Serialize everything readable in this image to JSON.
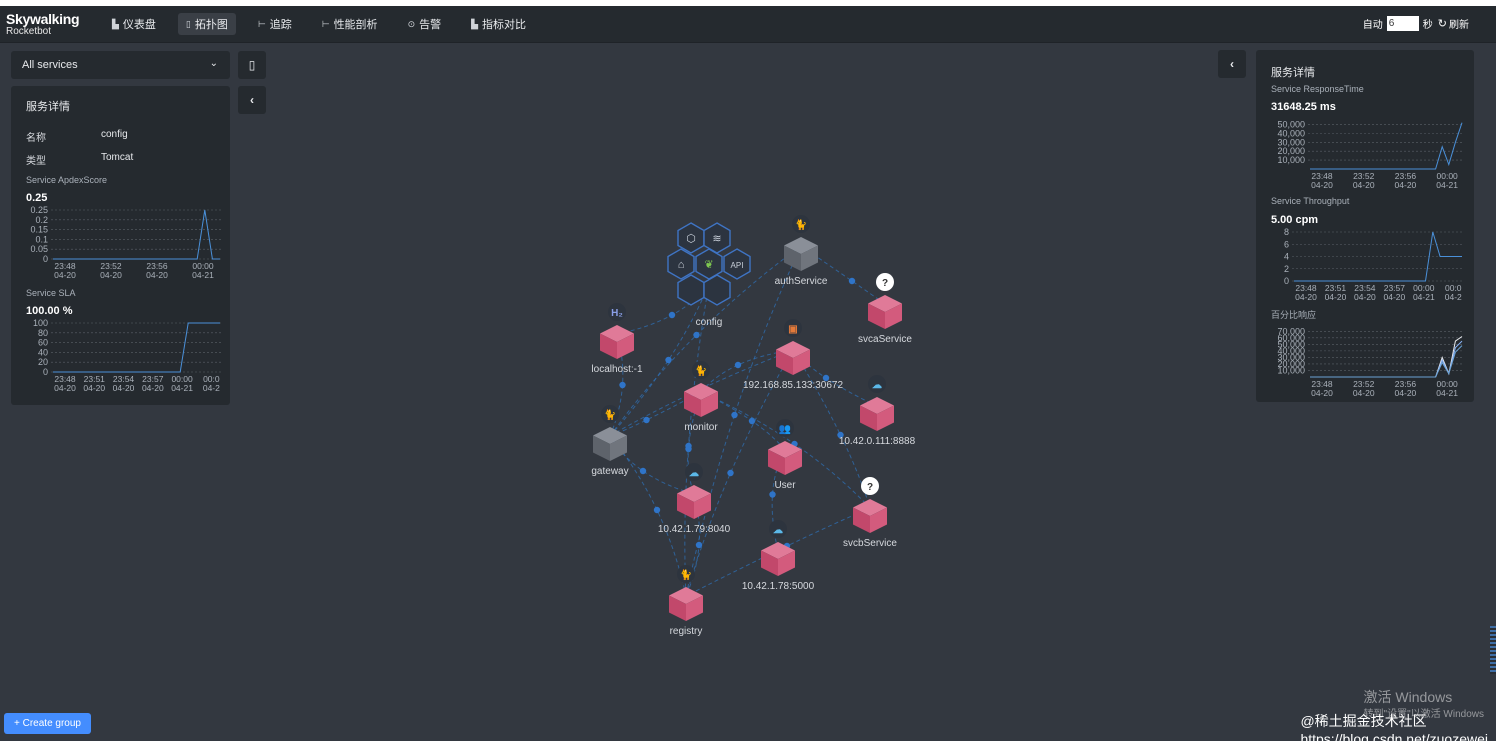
{
  "app": {
    "logo_main": "Skywalking",
    "logo_sub": "Rocketbot"
  },
  "nav": [
    {
      "label": "仪表盘",
      "icon": "dashboard-icon",
      "active": false
    },
    {
      "label": "拓扑图",
      "icon": "topology-icon",
      "active": true
    },
    {
      "label": "追踪",
      "icon": "trace-icon",
      "active": false
    },
    {
      "label": "性能剖析",
      "icon": "profile-icon",
      "active": false
    },
    {
      "label": "告警",
      "icon": "alarm-icon",
      "active": false
    },
    {
      "label": "指标对比",
      "icon": "comparison-icon",
      "active": false
    }
  ],
  "toolbar": {
    "auto_label": "自动",
    "interval_value": "6",
    "seconds_label": "秒",
    "refresh_label": "刷新"
  },
  "service_select": {
    "value": "All services"
  },
  "left_panel": {
    "title": "服务详情",
    "name_key": "名称",
    "name_value": "config",
    "type_key": "类型",
    "type_value": "Tomcat",
    "apdex": {
      "title": "Service ApdexScore",
      "value": "0.25",
      "y_ticks": [
        "0.25",
        "0.2",
        "0.15",
        "0.1",
        "0.05",
        "0"
      ],
      "x_ticks": [
        [
          "23:48",
          "04-20"
        ],
        [
          "23:52",
          "04-20"
        ],
        [
          "23:56",
          "04-20"
        ],
        [
          "00:00",
          "04-21"
        ]
      ],
      "series": [
        0,
        0,
        0,
        0,
        0,
        0,
        0,
        0,
        0,
        0,
        0,
        0,
        0,
        0,
        0,
        0,
        0,
        0,
        0,
        0,
        0.25,
        0,
        0
      ]
    },
    "sla": {
      "title": "Service SLA",
      "value": "100.00 %",
      "y_ticks": [
        "100",
        "80",
        "60",
        "40",
        "20",
        "0"
      ],
      "x_ticks": [
        [
          "23:48",
          "04-20"
        ],
        [
          "23:51",
          "04-20"
        ],
        [
          "23:54",
          "04-20"
        ],
        [
          "23:57",
          "04-20"
        ],
        [
          "00:00",
          "04-21"
        ],
        [
          "00:0",
          "04-2"
        ]
      ],
      "series": [
        0,
        0,
        0,
        0,
        0,
        0,
        0,
        0,
        0,
        0,
        0,
        0,
        0,
        0,
        0,
        0,
        0,
        100,
        100,
        100,
        100,
        100
      ]
    }
  },
  "right_panel": {
    "title": "服务详情",
    "response_time": {
      "title": "Service ResponseTime",
      "value": "31648.25 ms",
      "y_ticks": [
        "50,000",
        "40,000",
        "30,000",
        "20,000",
        "10,000"
      ],
      "x_ticks": [
        [
          "23:48",
          "04-20"
        ],
        [
          "23:52",
          "04-20"
        ],
        [
          "23:56",
          "04-20"
        ],
        [
          "00:00",
          "04-21"
        ]
      ],
      "series": [
        0,
        0,
        0,
        0,
        0,
        0,
        0,
        0,
        0,
        0,
        0,
        0,
        0,
        0,
        0,
        0,
        0,
        0,
        0,
        0,
        25000,
        5000,
        30000,
        52000
      ]
    },
    "throughput": {
      "title": "Service Throughput",
      "value": "5.00 cpm",
      "y_ticks": [
        "8",
        "6",
        "4",
        "2",
        "0"
      ],
      "x_ticks": [
        [
          "23:48",
          "04-20"
        ],
        [
          "23:51",
          "04-20"
        ],
        [
          "23:54",
          "04-20"
        ],
        [
          "23:57",
          "04-20"
        ],
        [
          "00:00",
          "04-21"
        ],
        [
          "00:0",
          "04-2"
        ]
      ],
      "series": [
        0,
        0,
        0,
        0,
        0,
        0,
        0,
        0,
        0,
        0,
        0,
        0,
        0,
        0,
        0,
        0,
        0,
        0,
        0,
        8,
        4,
        4,
        4,
        4
      ]
    },
    "percentile": {
      "title": "百分比响应",
      "y_ticks": [
        "70,000",
        "60,000",
        "50,000",
        "40,000",
        "30,000",
        "20,000",
        "10,000"
      ],
      "x_ticks": [
        [
          "23:48",
          "04-20"
        ],
        [
          "23:52",
          "04-20"
        ],
        [
          "23:56",
          "04-20"
        ],
        [
          "00:00",
          "04-21"
        ]
      ],
      "series": [
        [
          0,
          0,
          0,
          0,
          0,
          0,
          0,
          0,
          0,
          0,
          0,
          0,
          0,
          0,
          0,
          0,
          0,
          0,
          0,
          0,
          30000,
          5000,
          55000,
          62000
        ],
        [
          0,
          0,
          0,
          0,
          0,
          0,
          0,
          0,
          0,
          0,
          0,
          0,
          0,
          0,
          0,
          0,
          0,
          0,
          0,
          0,
          26000,
          5000,
          45000,
          55000
        ],
        [
          0,
          0,
          0,
          0,
          0,
          0,
          0,
          0,
          0,
          0,
          0,
          0,
          0,
          0,
          0,
          0,
          0,
          0,
          0,
          0,
          22000,
          5000,
          38000,
          48000
        ]
      ],
      "colors": [
        "#e8eaed",
        "#8ab4f8",
        "#6ba3d6"
      ]
    }
  },
  "topology": {
    "nodes": [
      {
        "id": "authService",
        "label": "authService",
        "kind": "gateway",
        "badge": "tomcat-icon"
      },
      {
        "id": "config",
        "label": "config",
        "kind": "hex",
        "badge": ""
      },
      {
        "id": "localhost",
        "label": "localhost:-1",
        "kind": "service",
        "badge": "h2-icon"
      },
      {
        "id": "svcaService",
        "label": "svcaService",
        "kind": "service",
        "badge": "unknown-icon"
      },
      {
        "id": "ip30672",
        "label": "192.168.85.133:30672",
        "kind": "service",
        "badge": "rabbitmq-icon"
      },
      {
        "id": "monitor",
        "label": "monitor",
        "kind": "service",
        "badge": "tomcat-icon"
      },
      {
        "id": "ip8888",
        "label": "10.42.0.111:8888",
        "kind": "service",
        "badge": "cloud-icon"
      },
      {
        "id": "gateway",
        "label": "gateway",
        "kind": "gateway",
        "badge": "tomcat-icon"
      },
      {
        "id": "user",
        "label": "User",
        "kind": "service",
        "badge": "users-icon"
      },
      {
        "id": "ip8040",
        "label": "10.42.1.79:8040",
        "kind": "service",
        "badge": "cloud-icon"
      },
      {
        "id": "svcbService",
        "label": "svcbService",
        "kind": "service",
        "badge": "unknown-icon"
      },
      {
        "id": "ip5000",
        "label": "10.42.1.78:5000",
        "kind": "service",
        "badge": "cloud-icon"
      },
      {
        "id": "registry",
        "label": "registry",
        "kind": "service",
        "badge": "tomcat-icon"
      }
    ],
    "edges": [
      [
        "gateway",
        "authService"
      ],
      [
        "gateway",
        "config"
      ],
      [
        "gateway",
        "monitor"
      ],
      [
        "gateway",
        "registry"
      ],
      [
        "gateway",
        "ip30672"
      ],
      [
        "authService",
        "svcaService"
      ],
      [
        "authService",
        "registry"
      ],
      [
        "monitor",
        "user"
      ],
      [
        "monitor",
        "ip8040"
      ],
      [
        "monitor",
        "svcbService"
      ],
      [
        "ip30672",
        "ip8888"
      ],
      [
        "ip30672",
        "svcbService"
      ],
      [
        "user",
        "ip5000"
      ],
      [
        "ip8040",
        "registry"
      ],
      [
        "config",
        "registry"
      ],
      [
        "svcbService",
        "registry"
      ],
      [
        "ip30672",
        "registry"
      ],
      [
        "localhost",
        "config"
      ],
      [
        "monitor",
        "ip30672"
      ],
      [
        "gateway",
        "localhost"
      ],
      [
        "gateway",
        "ip8040"
      ]
    ],
    "hex_icons": [
      "plugin-icon",
      "layers-icon",
      "tomcat-small-icon",
      "leaf-icon",
      "api-icon",
      "blank-icon",
      "blank-icon"
    ]
  },
  "footer": {
    "create_group_label": "+ Create group",
    "watermark_line1": "激活 Windows",
    "watermark_line2": "转到\"设置\"以激活 Windows",
    "csdn_text": "@稀土掘金技术社区",
    "csdn_url": "https://blog.csdn.net/zuozewei"
  },
  "colors": {
    "background": "#333840",
    "panel": "#252a2f",
    "node": "#d35b7d",
    "accent": "#448dfe",
    "edge": "#2f6fb3"
  }
}
